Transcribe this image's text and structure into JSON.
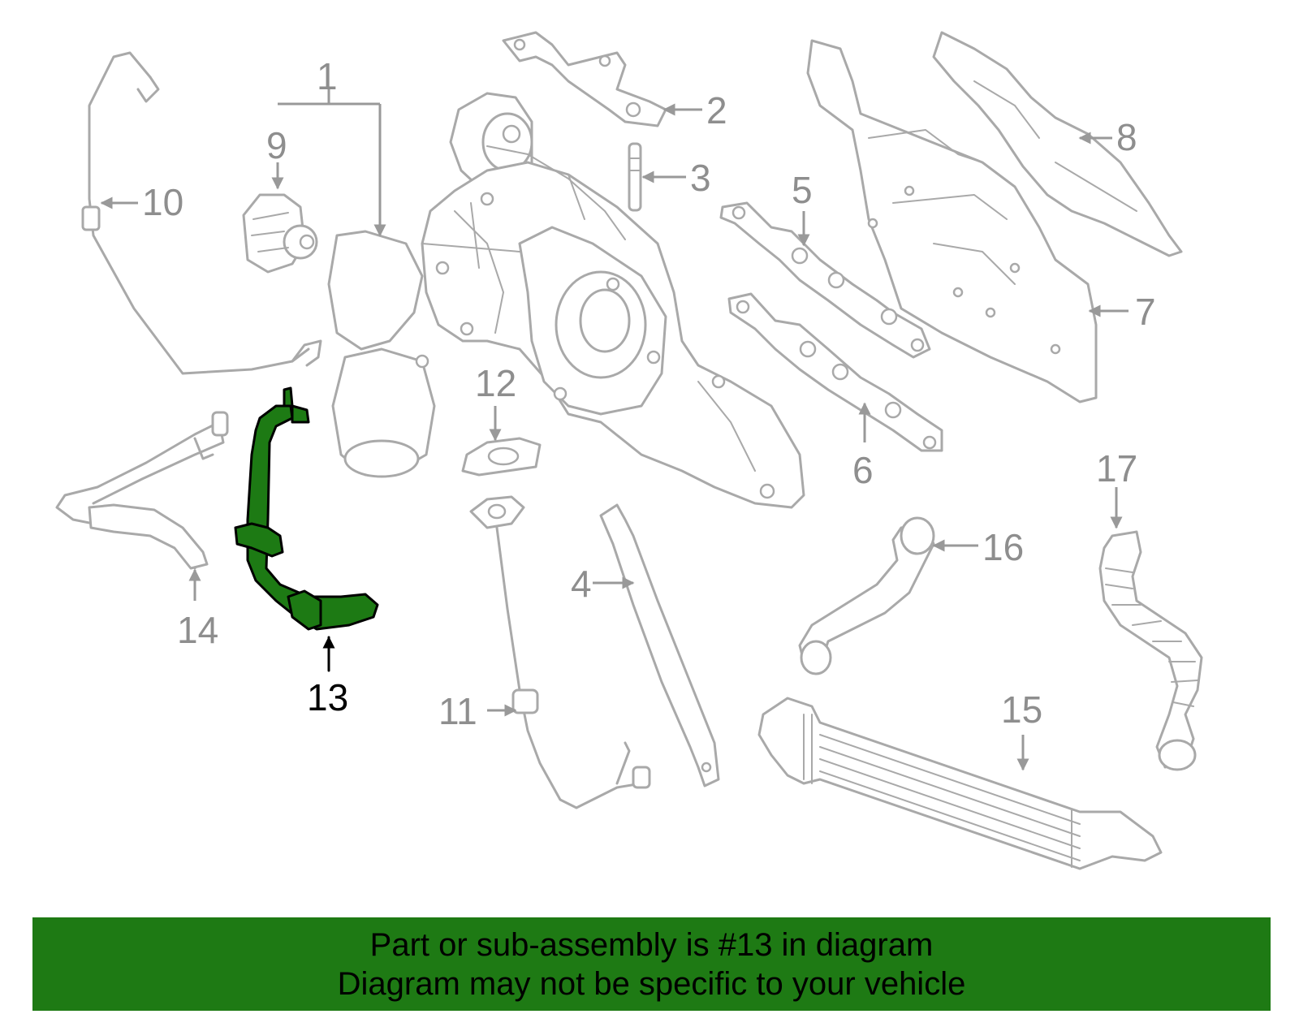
{
  "callouts": {
    "c1": "1",
    "c2": "2",
    "c3": "3",
    "c4": "4",
    "c5": "5",
    "c6": "6",
    "c7": "7",
    "c8": "8",
    "c9": "9",
    "c10": "10",
    "c11": "11",
    "c12": "12",
    "c13": "13",
    "c14": "14",
    "c15": "15",
    "c16": "16",
    "c17": "17"
  },
  "highlight": {
    "part_number": "13",
    "color": "#1e7a14"
  },
  "banner": {
    "line1": "Part or sub-assembly is #13 in diagram",
    "line2": "Diagram may not be specific to your vehicle"
  }
}
